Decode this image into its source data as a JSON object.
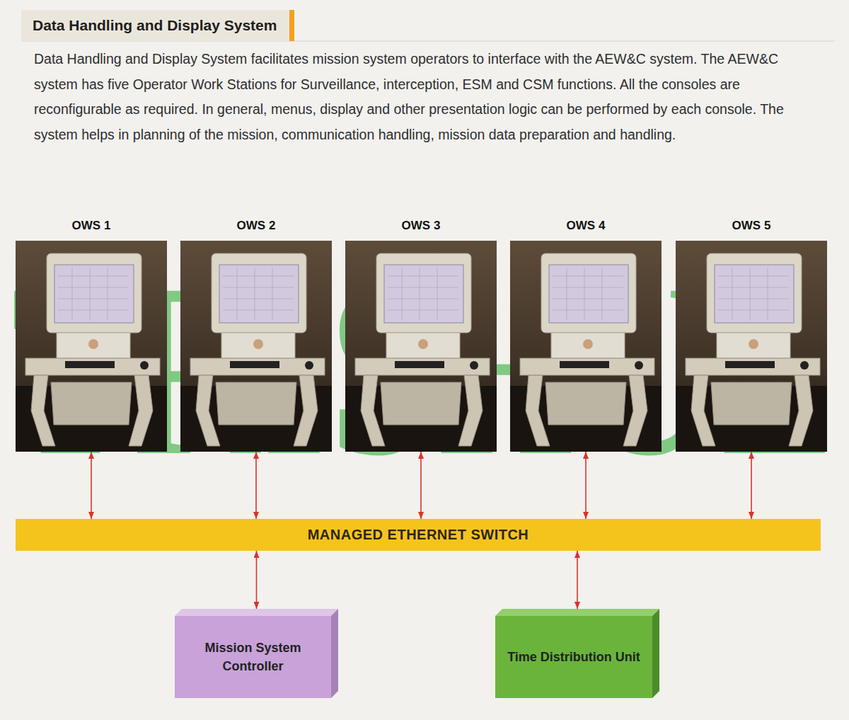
{
  "diagram": {
    "title": "Data Handling and Display System",
    "nodes": [
      {
        "text": [
          "OWS 1"
        ]
      },
      {
        "text": [
          "OWS 2"
        ]
      },
      {
        "text": [
          "OWS 3"
        ]
      },
      {
        "text": [
          "OWS 4"
        ]
      },
      {
        "text": [
          "OWS 5"
        ]
      },
      {
        "text": [
          "MANAGED ETHERNET SWITCH"
        ]
      },
      {
        "text": [
          "Mission System Controller"
        ]
      },
      {
        "text": [
          "Time Distribution Unit"
        ]
      }
    ],
    "edges": [
      {
        "from": 0,
        "to": 5,
        "arrow": "both"
      },
      {
        "from": 1,
        "to": 5,
        "arrow": "both"
      },
      {
        "from": 2,
        "to": 5,
        "arrow": "both"
      },
      {
        "from": 3,
        "to": 5,
        "arrow": "both"
      },
      {
        "from": 4,
        "to": 5,
        "arrow": "both"
      },
      {
        "from": 5,
        "to": 6,
        "arrow": "both"
      },
      {
        "from": 5,
        "to": 7,
        "arrow": "both"
      }
    ],
    "labels": [
      "Data Handling and Display System facilitates mission system operators to interface with the AEW&C system. The AEW&C system has five Operator Work Stations for Surveillance, interception, ESM and CSM functions. All the consoles are reconfigurable as required. In general, menus, display and other presentation logic can be performed by each console. The system helps in planning of the mission, communication handling, mission data preparation and handling.",
      "TRISHUL"
    ]
  }
}
